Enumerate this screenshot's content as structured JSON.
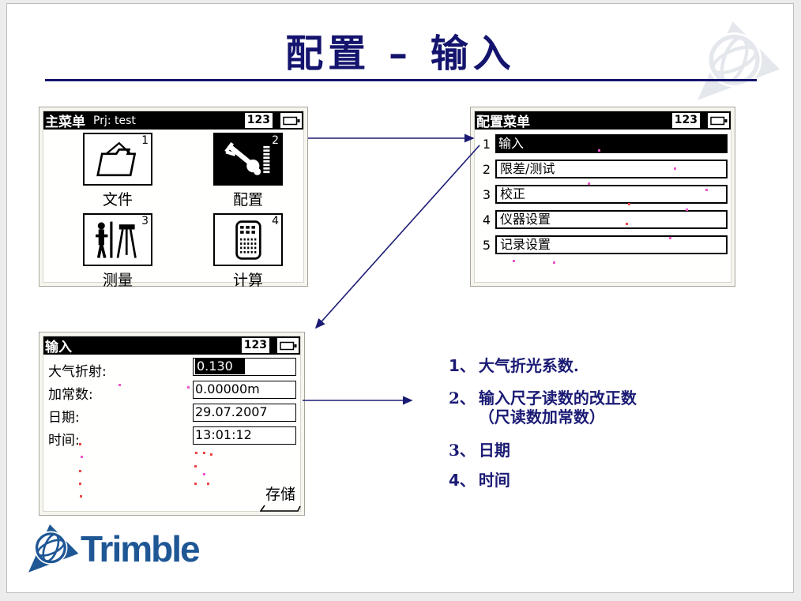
{
  "page": {
    "title": "配置 – 输入"
  },
  "screens": {
    "main_menu": {
      "title": "主菜单",
      "subtitle": "Prj: test",
      "status": "123",
      "battery_icon": "battery-icon",
      "items": [
        {
          "num": "1",
          "label": "文件",
          "icon": "folder-icon",
          "selected": false
        },
        {
          "num": "2",
          "label": "配置",
          "icon": "wrench-hand-icon",
          "selected": true
        },
        {
          "num": "3",
          "label": "测量",
          "icon": "surveyor-tripod-icon",
          "selected": false
        },
        {
          "num": "4",
          "label": "计算",
          "icon": "calculator-icon",
          "selected": false
        }
      ]
    },
    "config_menu": {
      "title": "配置菜单",
      "status": "123",
      "battery_icon": "battery-icon",
      "items": [
        {
          "num": "1",
          "label": "输入",
          "selected": true
        },
        {
          "num": "2",
          "label": "限差/测试",
          "selected": false
        },
        {
          "num": "3",
          "label": "校正",
          "selected": false
        },
        {
          "num": "4",
          "label": "仪器设置",
          "selected": false
        },
        {
          "num": "5",
          "label": "记录设置",
          "selected": false
        }
      ]
    },
    "input": {
      "title": "输入",
      "status": "123",
      "battery_icon": "battery-icon",
      "fields": [
        {
          "label": "大气折射:",
          "value": "0.130",
          "selected": true
        },
        {
          "label": "加常数:",
          "value": "0.00000m",
          "selected": false
        },
        {
          "label": "日期:",
          "value": "29.07.2007",
          "selected": false
        },
        {
          "label": "时间:",
          "value": "13:01:12",
          "selected": false
        }
      ],
      "softkey": "存储"
    }
  },
  "notes": {
    "items": [
      {
        "num": "1、",
        "line1": "大气折光系数.",
        "line2": ""
      },
      {
        "num": "2、",
        "line1": "输入尺子读数的改正数",
        "line2": "（尺读数加常数）"
      },
      {
        "num": "3、",
        "line1": "日期",
        "line2": ""
      },
      {
        "num": "4、",
        "line1": "时间",
        "line2": ""
      }
    ]
  },
  "branding": {
    "logo_text": "Trimble",
    "logo_icon": "trimble-globe-icon",
    "watermark_icon": "trimble-globe-watermark-icon"
  },
  "colors": {
    "title_navy": "#14146e",
    "note_navy": "#1b1b75",
    "trimble_blue": "#1f5795",
    "screen_titlebar": "#000000",
    "noise_pink": "#ee55cc",
    "noise_red": "#ee4444"
  }
}
